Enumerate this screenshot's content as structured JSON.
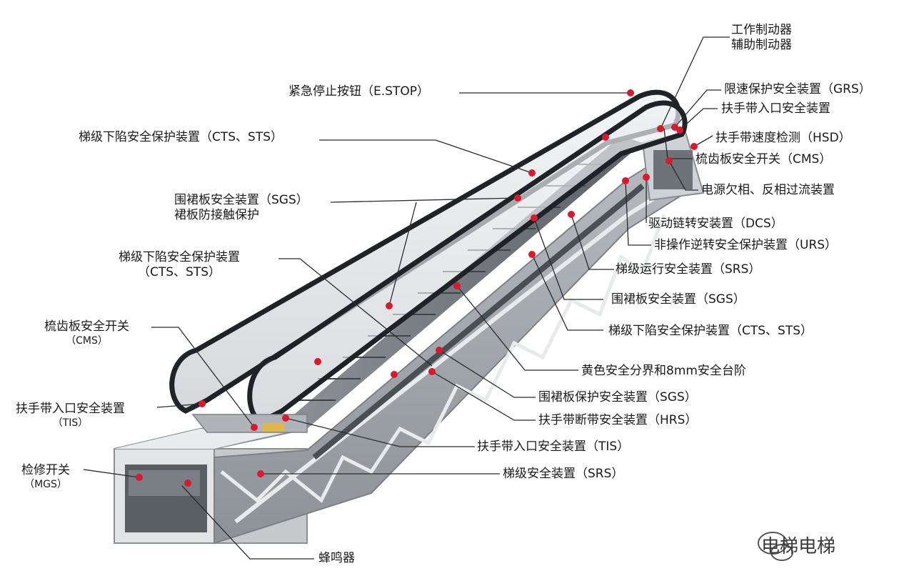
{
  "labels": {
    "brake": [
      "工作制动器",
      "辅助制动器"
    ],
    "estop": "紧急停止按钮（E.STOP）",
    "grs": "限速保护安全装置（GRS）",
    "tis_top": "扶手带入口安全装置",
    "hsd": "扶手带速度检测（HSD）",
    "cms_top": "梳齿板安全开关（CMS）",
    "power": "电源欠相、反相过流装置",
    "dcs": "驱动链转安装置（DCS）",
    "urs": "非操作逆转安全保护装置（URS）",
    "srs_run": "梯级运行安全装置（SRS）",
    "sgs_right": "围裙板安全装置（SGS）",
    "cts_right": "梯级下陷安全保护装置（CTS、STS）",
    "yellow": "黄色安全分界和8mm安全台阶",
    "sgs_guard": "围裙板保护安全装置（SGS）",
    "hrs": "扶手带断带安全装置（HRS）",
    "tis_low": "扶手带入口安全装置（TIS）",
    "srs_low": "梯级安全装置（SRS）",
    "buzzer": "蜂鸣器",
    "cts_top_left": "梯级下陷安全保护装置（CTS、STS）",
    "sgs_left": [
      "围裙板安全装置（SGS）",
      "裙板防接触保护"
    ],
    "cts_mid_left": [
      "梯级下陷安全保护装置",
      "（CTS、STS）"
    ],
    "cms_left": [
      "梳齿板安全开关",
      "（CMS）"
    ],
    "tis_left": [
      "扶手带入口安全装置",
      "（TIS）"
    ],
    "mgs": [
      "检修开关",
      "（MGS）"
    ]
  },
  "watermark": "电梯电梯",
  "colors": {
    "marker": "#d8192f",
    "line": "#2b2b2b",
    "truss": "#9ea3a8",
    "glass": "#d7dadd"
  }
}
